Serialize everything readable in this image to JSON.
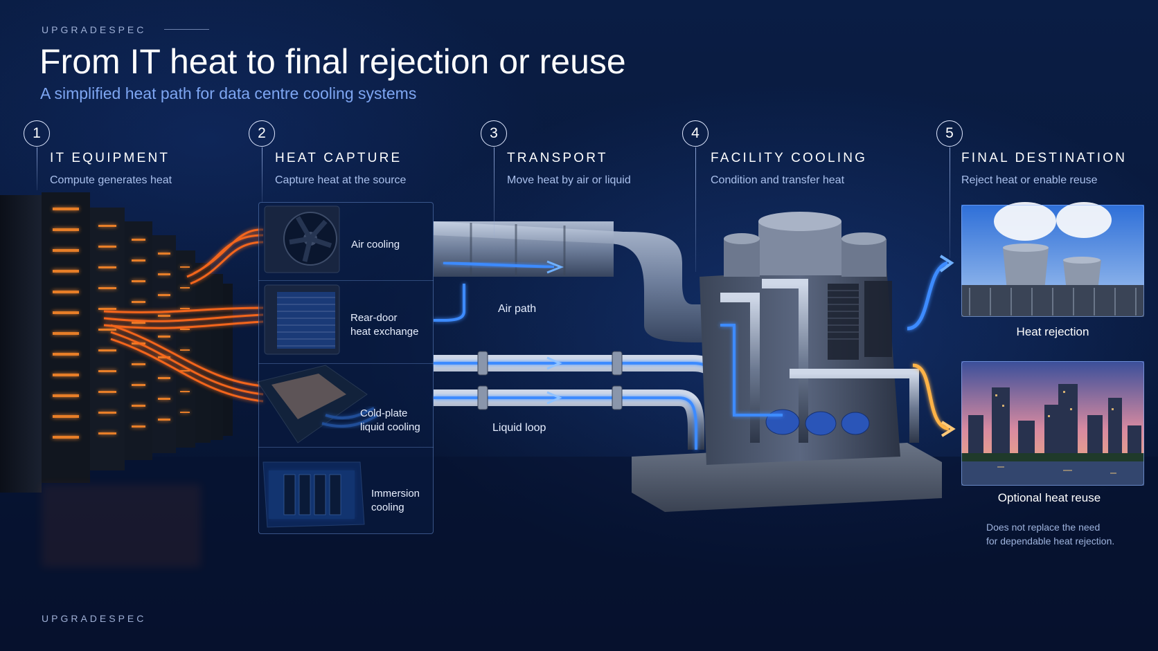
{
  "brand": "UPGRADESPEC",
  "title": "From IT heat to final rejection or reuse",
  "subtitle": "A simplified heat path for data centre cooling systems",
  "steps": [
    {
      "num": "1",
      "title": "IT EQUIPMENT",
      "desc": "Compute generates heat"
    },
    {
      "num": "2",
      "title": "HEAT CAPTURE",
      "desc": "Capture heat at the source"
    },
    {
      "num": "3",
      "title": "TRANSPORT",
      "desc": "Move heat by air or liquid"
    },
    {
      "num": "4",
      "title": "FACILITY  COOLING",
      "desc": "Condition and transfer heat"
    },
    {
      "num": "5",
      "title": "FINAL DESTINATION",
      "desc": "Reject heat or enable reuse"
    }
  ],
  "capture_methods": [
    {
      "line1": "Air cooling",
      "line2": ""
    },
    {
      "line1": "Rear-door",
      "line2": "heat exchange"
    },
    {
      "line1": "Cold-plate",
      "line2": "liquid cooling"
    },
    {
      "line1": "Immersion",
      "line2": "cooling"
    }
  ],
  "transport": {
    "air_path": "Air path",
    "liquid_loop": "Liquid loop"
  },
  "destinations": {
    "rejection": "Heat rejection",
    "reuse": "Optional heat reuse",
    "note_line1": "Does not replace the need",
    "note_line2": "for dependable heat rejection."
  },
  "colors": {
    "background": "#08183a",
    "accent_blue": "#3d8bff",
    "heat_orange": "#ff6a1a",
    "reuse_amber": "#ffb347",
    "subtitle_blue": "#7ea6f2"
  }
}
